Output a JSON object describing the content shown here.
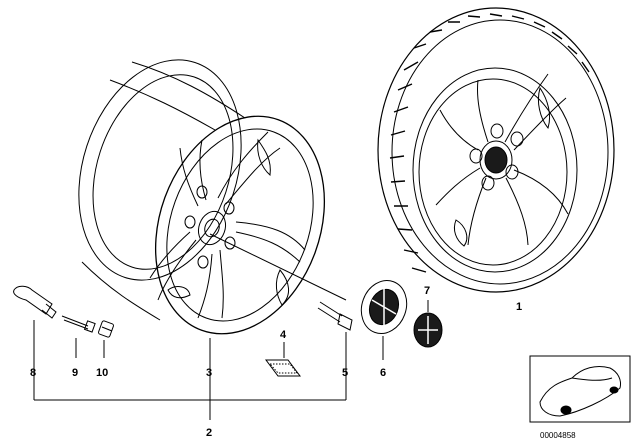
{
  "diagram": {
    "callouts": {
      "wheel_assembly": "1",
      "bracket_common": "2",
      "rim": "3",
      "weight_label": "4",
      "wheel_bolt": "5",
      "hub_cap": "6",
      "emblem": "7",
      "valve": "8",
      "valve_core": "9",
      "valve_cap": "10"
    },
    "reference_number": "00004858"
  },
  "colors": {
    "line": "#000000",
    "background": "#ffffff",
    "emblem_fill": "#1a1a1a"
  }
}
